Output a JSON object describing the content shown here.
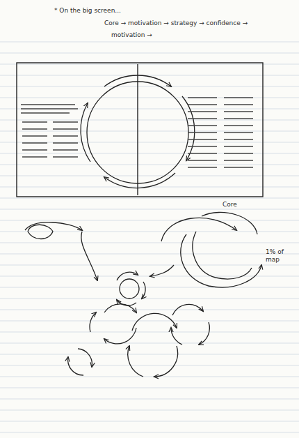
{
  "diagram": {
    "labels": [
      "* On the big screen...",
      "Core → motivation → strategy → confidence →",
      "motivation →",
      "Core",
      "1% of map"
    ]
  }
}
